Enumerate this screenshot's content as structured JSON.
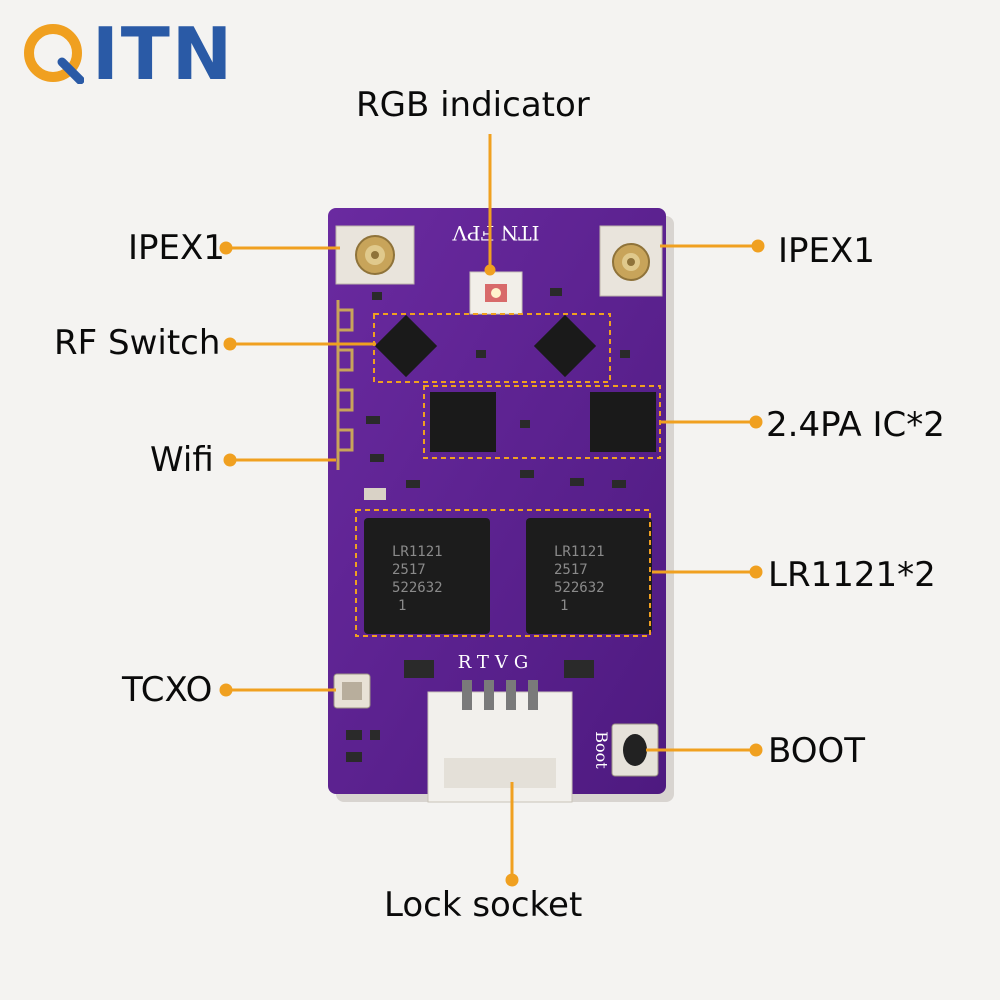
{
  "logo": {
    "text": "ITN",
    "mark": "q-ring-logo"
  },
  "callouts": {
    "rgb_indicator": "RGB indicator",
    "ipex1_left": "IPEX1",
    "ipex1_right": "IPEX1",
    "rf_switch": "RF Switch",
    "pa_ic": "2.4PA IC*2",
    "wifi": "Wifi",
    "lr1121": "LR1121*2",
    "tcxo": "TCXO",
    "boot": "BOOT",
    "lock_socket": "Lock socket"
  },
  "board": {
    "silk_brand": "ITN FPV",
    "pins": "RTVG",
    "boot_silk": "Boot",
    "chip_marking": [
      "LR1121",
      "2517",
      "522632",
      "1"
    ]
  },
  "colors": {
    "accent": "#f0a020",
    "logo_blue": "#2a5aa6",
    "logo_orange": "#f0a020",
    "pcb": "#5a1f8c"
  }
}
